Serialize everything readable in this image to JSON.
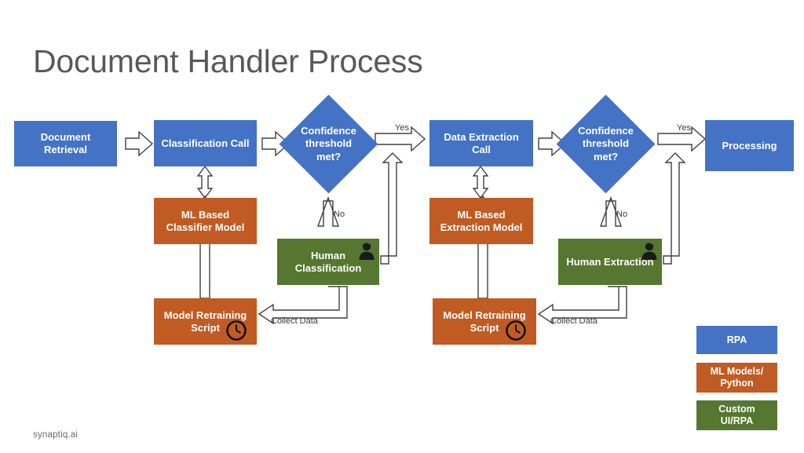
{
  "slide": {
    "title": "Document Handler Process",
    "footer": "synaptiq.ai",
    "background": "#ffffff",
    "title_color": "#595959"
  },
  "colors": {
    "rpa_blue": "#4472c4",
    "ml_orange": "#bf5b23",
    "custom_green": "#55772f",
    "arrow_outline": "#404040",
    "arrow_fill": "#ffffff",
    "label_text": "#3b3b3b"
  },
  "nodes": {
    "document_retrieval": {
      "label": "Document\nRetrieval",
      "type": "rpa"
    },
    "classification_call": {
      "label": "Classification Call",
      "type": "rpa"
    },
    "confidence_1": {
      "label": "Confidence\nthreshold\nmet?",
      "type": "rpa"
    },
    "data_extraction_call": {
      "label": "Data Extraction\nCall",
      "type": "rpa"
    },
    "confidence_2": {
      "label": "Confidence\nthreshold\nmet?",
      "type": "rpa"
    },
    "processing": {
      "label": "Processing",
      "type": "rpa"
    },
    "ml_classifier_model": {
      "label": "ML Based\nClassifier Model",
      "type": "ml"
    },
    "ml_extraction_model": {
      "label": "ML Based\nExtraction Model",
      "type": "ml"
    },
    "retraining_script_1": {
      "label": "Model Retraining\nScript",
      "type": "ml",
      "icon": "clock-icon"
    },
    "retraining_script_2": {
      "label": "Model Retraining\nScript",
      "type": "ml",
      "icon": "clock-icon"
    },
    "human_classification": {
      "label": "Human\nClassification",
      "type": "custom",
      "icon": "person-icon"
    },
    "human_extraction": {
      "label": "Human Extraction",
      "type": "custom",
      "icon": "person-icon"
    }
  },
  "edge_labels": {
    "yes_1": "Yes",
    "no_1": "No",
    "collect_data_1": "Collect Data",
    "yes_2": "Yes",
    "no_2": "No",
    "collect_data_2": "Collect Data"
  },
  "legend": {
    "items": [
      {
        "label": "RPA",
        "color": "#4472c4"
      },
      {
        "label": "ML Models/\nPython",
        "color": "#bf5b23"
      },
      {
        "label": "Custom\nUI/RPA",
        "color": "#55772f"
      }
    ]
  }
}
